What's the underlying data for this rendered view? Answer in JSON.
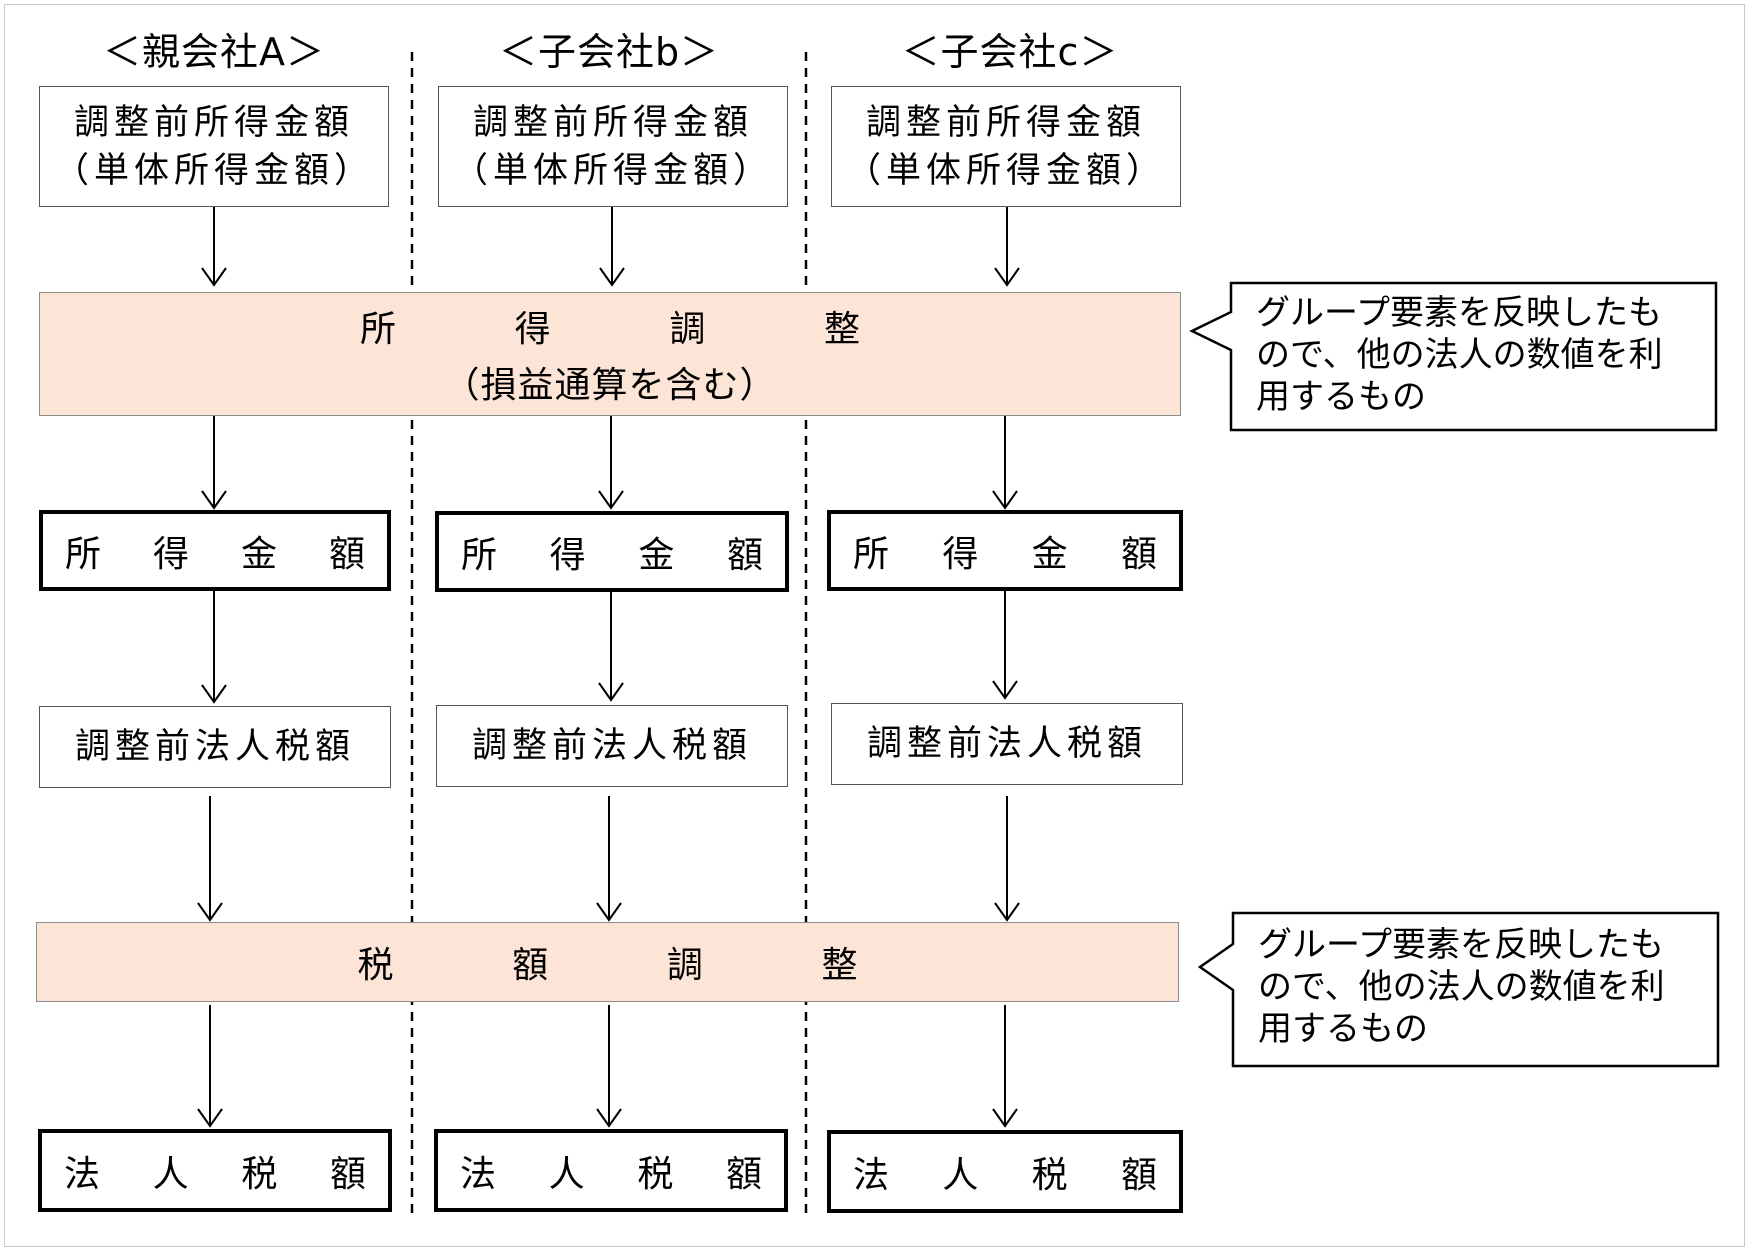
{
  "columns": [
    {
      "header": "＜親会社A＞",
      "pre_income": [
        "調整前所得金額",
        "（単体所得金額）"
      ],
      "income": [
        "所",
        "得",
        "金",
        "額"
      ],
      "pre_tax": "調整前法人税額",
      "tax": [
        "法",
        "人",
        "税",
        "額"
      ]
    },
    {
      "header": "＜子会社b＞",
      "pre_income": [
        "調整前所得金額",
        "（単体所得金額）"
      ],
      "income": [
        "所",
        "得",
        "金",
        "額"
      ],
      "pre_tax": "調整前法人税額",
      "tax": [
        "法",
        "人",
        "税",
        "額"
      ]
    },
    {
      "header": "＜子会社c＞",
      "pre_income": [
        "調整前所得金額",
        "（単体所得金額）"
      ],
      "income": [
        "所",
        "得",
        "金",
        "額"
      ],
      "pre_tax": "調整前法人税額",
      "tax": [
        "法",
        "人",
        "税",
        "額"
      ]
    }
  ],
  "income_adjustment": {
    "chars": [
      "所",
      "得",
      "調",
      "整"
    ],
    "sub": "（損益通算を含む）"
  },
  "tax_adjustment": {
    "chars": [
      "税",
      "額",
      "調",
      "整"
    ]
  },
  "callouts": [
    {
      "text": "グループ要素を反映したも\nので、他の法人の数値を利\n用するもの"
    },
    {
      "text": "グループ要素を反映したも\nので、他の法人の数値を利\n用するもの"
    }
  ],
  "colors": {
    "band_fill": "#fce4d6",
    "band_border": "#8c8c8c"
  }
}
